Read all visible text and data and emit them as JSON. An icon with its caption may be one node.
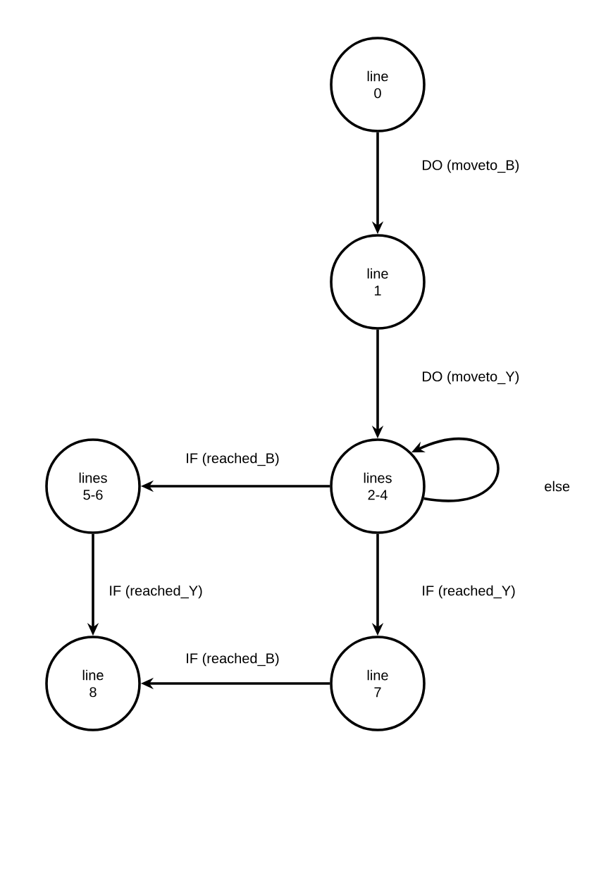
{
  "diagram": {
    "nodes": [
      {
        "text": [
          "line 0"
        ]
      },
      {
        "text": [
          "line 1"
        ]
      },
      {
        "text": [
          "lines 5-6"
        ]
      },
      {
        "text": [
          "lines 2-4"
        ]
      },
      {
        "text": [
          "line 8"
        ]
      },
      {
        "text": [
          "line 7"
        ]
      }
    ],
    "edges": [
      {
        "from": 0,
        "to": 1,
        "arrow": "to",
        "label": "DO (moveto_B)"
      },
      {
        "from": 1,
        "to": 3,
        "arrow": "to",
        "label": "DO (moveto_Y)"
      },
      {
        "from": 3,
        "to": 3,
        "arrow": "to",
        "label": "else"
      },
      {
        "from": 3,
        "to": 2,
        "arrow": "to",
        "label": "IF (reached_B)"
      },
      {
        "from": 2,
        "to": 4,
        "arrow": "to",
        "label": "IF (reached_Y)"
      },
      {
        "from": 3,
        "to": 5,
        "arrow": "to",
        "label": "IF (reached_Y)"
      },
      {
        "from": 5,
        "to": 4,
        "arrow": "to",
        "label": "IF (reached_B)"
      }
    ]
  }
}
